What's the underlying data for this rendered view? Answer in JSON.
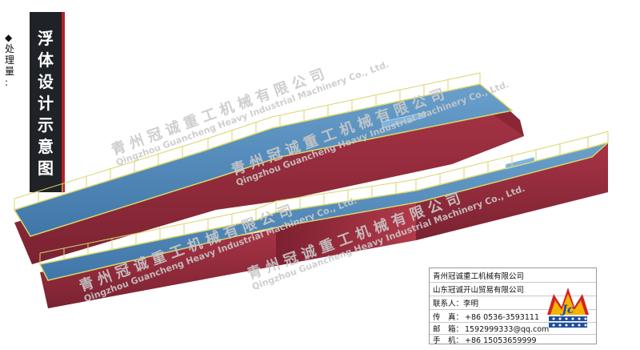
{
  "side_label": {
    "bullet": "◆",
    "chars": [
      "处",
      "理",
      "量",
      ":"
    ]
  },
  "title": {
    "chars": [
      "浮",
      "体",
      "设",
      "计",
      "示",
      "意",
      "图"
    ]
  },
  "watermark": {
    "company_cn": "青州冠诚重工机械有限公司",
    "company_en": "Qingzhou Guancheng Heavy Industrial Machinery Co., Ltd."
  },
  "contact": {
    "company1": "青州冠诚重工机械有限公司",
    "company2": "山东冠诚开山贸易有限公司",
    "contact_person": "联系人：李明",
    "fax_label": "传　真：",
    "fax_value": "+86 0536-3593111",
    "email_label": "邮　箱：",
    "email_value": "1592999333@qq.com",
    "mobile_label": "手　机：",
    "mobile_value": "+86 15053659999"
  },
  "colors": {
    "deck": "#4f86b6",
    "deck_dark": "#2f5f8e",
    "hull": "#9d2d3b",
    "hull_dark": "#6d1f2c",
    "rail": "#d8d66a",
    "title_bg": "#1f2226",
    "accent": "#b72025",
    "logo_gold": "#f4b400",
    "logo_red": "#d2232a",
    "logo_blue": "#1d4f9c"
  },
  "icons": {
    "logo": "crown-logo-icon"
  }
}
